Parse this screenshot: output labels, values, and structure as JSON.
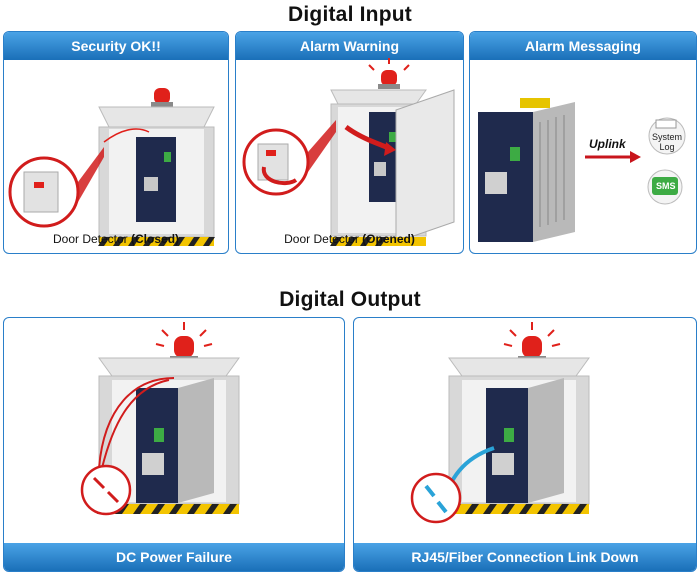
{
  "digital_input": {
    "title": "Digital Input",
    "panels": [
      {
        "header": "Security OK!!",
        "caption_prefix": "Door Detector ",
        "caption_state": "(Closed)"
      },
      {
        "header": "Alarm Warning",
        "caption_prefix": "Door Detector ",
        "caption_state": "(Opened)"
      },
      {
        "header": "Alarm Messaging",
        "uplink_label": "Uplink",
        "system_log_label": "System Log",
        "sms_label": "SMS"
      }
    ]
  },
  "digital_output": {
    "title": "Digital Output",
    "panels": [
      {
        "footer": "DC Power Failure"
      },
      {
        "footer": "RJ45/Fiber Connection Link Down"
      }
    ]
  },
  "colors": {
    "header_blue": "#1a6fb8",
    "alarm_red": "#e0211b",
    "device_navy": "#1f2a4d",
    "cable_blue": "#2aa3d8"
  },
  "icons": [
    "alarm-light-icon",
    "door-sensor-icon",
    "system-log-icon",
    "sms-icon",
    "uplink-arrow-icon"
  ]
}
